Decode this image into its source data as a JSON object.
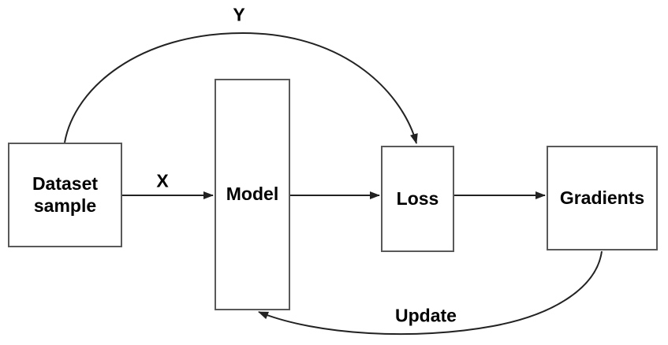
{
  "nodes": {
    "dataset": {
      "label": "Dataset sample"
    },
    "model": {
      "label": "Model"
    },
    "loss": {
      "label": "Loss"
    },
    "gradients": {
      "label": "Gradients"
    }
  },
  "edges": {
    "x": {
      "label": "X"
    },
    "y": {
      "label": "Y"
    },
    "update": {
      "label": "Update"
    }
  },
  "colors": {
    "background": "#ffffff",
    "node_border": "#595959",
    "arrow": "#222222",
    "text": "#000000"
  }
}
